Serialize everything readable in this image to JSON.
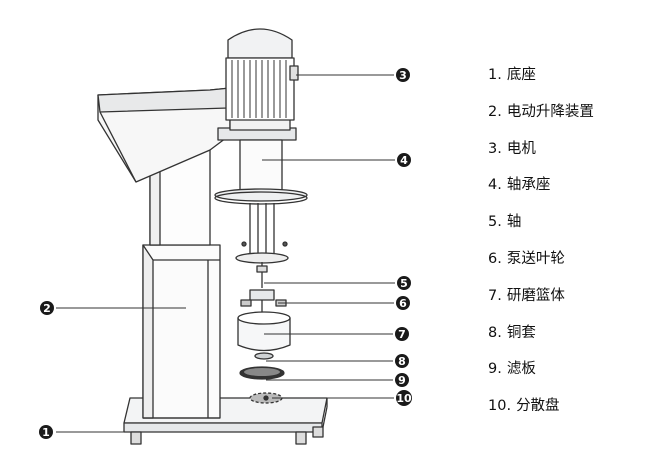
{
  "callouts": [
    "1",
    "2",
    "3",
    "4",
    "5",
    "6",
    "7",
    "8",
    "9",
    "10"
  ],
  "legend": [
    {
      "num": "1.",
      "label": "底座"
    },
    {
      "num": "2.",
      "label": "电动升降装置"
    },
    {
      "num": "3.",
      "label": "电机"
    },
    {
      "num": "4.",
      "label": "轴承座"
    },
    {
      "num": "5.",
      "label": "轴"
    },
    {
      "num": "6.",
      "label": "泵送叶轮"
    },
    {
      "num": "7.",
      "label": "研磨篮体"
    },
    {
      "num": "8.",
      "label": "铜套"
    },
    {
      "num": "9.",
      "label": "滤板"
    },
    {
      "num": "10.",
      "label": "分散盘"
    }
  ],
  "colors": {
    "line": "#333333",
    "marker": "#1a1a1a",
    "shade": "#e6e8ea",
    "text": "#111111"
  }
}
